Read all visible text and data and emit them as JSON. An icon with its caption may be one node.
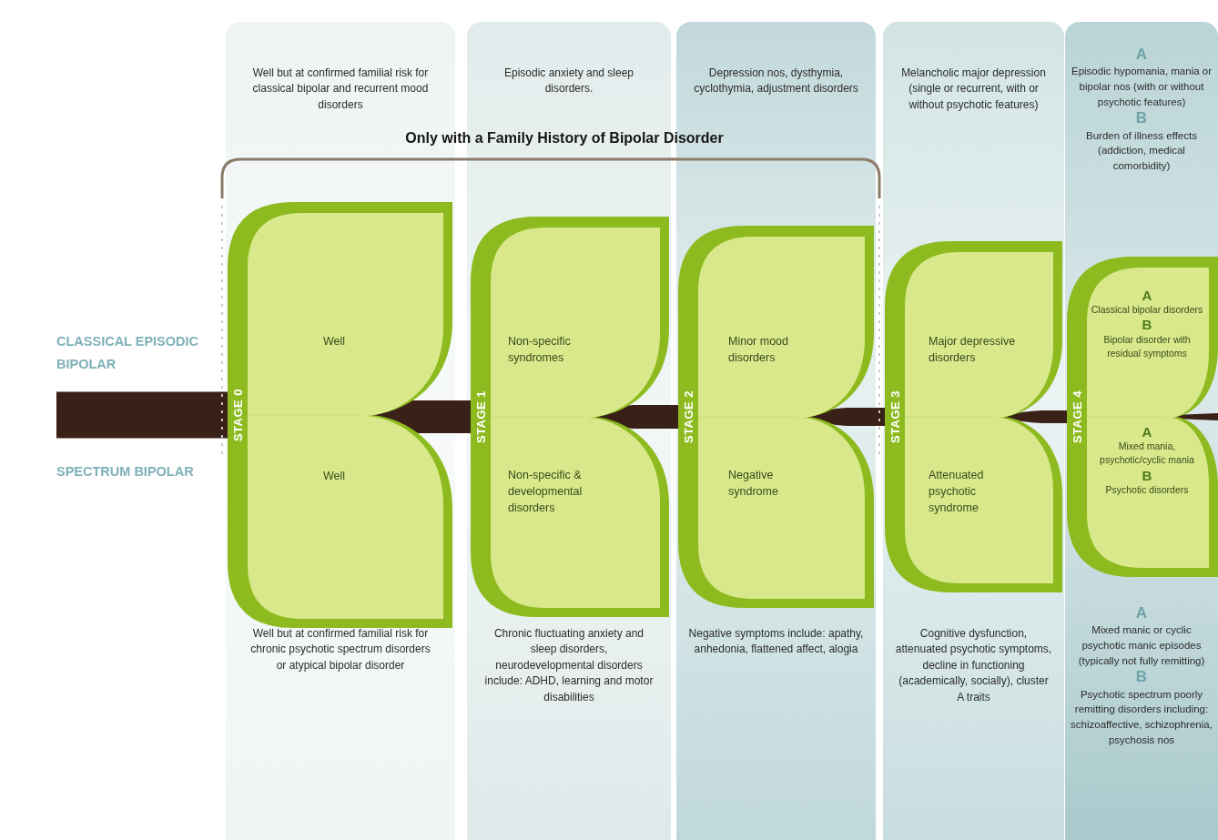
{
  "diagram": {
    "nodes": [
      {
        "text": [
          "Well but at confirmed familial risk for classical bipolar and recurrent mood disorders",
          "Well but at confirmed familial risk for chronic psychotic spectrum disorders or atypical bipolar disorder"
        ]
      },
      {
        "text": [
          "STAGE 0",
          "Well",
          "Well"
        ],
        "in": 0
      },
      {
        "text": [
          "Episodic anxiety and sleep disorders.",
          "Chronic fluctuating anxiety and sleep disorders, neurodevelopmental disorders include: ADHD, learning and motor disabilities"
        ]
      },
      {
        "text": [
          "STAGE 1",
          "Non-specific syndromes",
          "Non-specific & developmental disorders"
        ],
        "in": 2
      },
      {
        "text": [
          "Depression nos, dysthymia, cyclothymia, adjustment disorders",
          "Negative symptoms include: apathy, anhedonia, flattened affect, alogia"
        ]
      },
      {
        "text": [
          "STAGE 2",
          "Minor mood disorders",
          "Negative syndrome"
        ],
        "in": 4
      },
      {
        "text": [
          "Melancholic major depression (single or recurrent, with or without psychotic features)",
          "Cognitive dysfunction, attenuated psychotic symptoms, decline in functioning (academically, socially), cluster A traits"
        ]
      },
      {
        "text": [
          "STAGE 3",
          "Major depressive disorders",
          "Attenuated psychotic syndrome"
        ],
        "in": 6
      },
      {
        "text": [
          "A",
          "Episodic hypomania, mania or bipolar nos (with or without psychotic features)",
          "B",
          "Burden of illness effects (addiction, medical comorbidity)",
          "A",
          "Mixed manic or cyclic psychotic manic episodes (typically not fully remitting)",
          "B",
          "Psychotic spectrum poorly remitting disorders including: schizoaffective, schizophrenia, psychosis nos"
        ]
      },
      {
        "text": [
          "STAGE 4",
          "A",
          "Classical bipolar disorders",
          "B",
          "Bipolar disorder with residual symptoms",
          "A",
          "Mixed mania, psychotic/cyclic mania",
          "B",
          "Psychotic disorders"
        ],
        "in": 8
      }
    ],
    "edges": [
      {
        "from": null,
        "to": 1,
        "arrow": "none",
        "style": "thick"
      },
      {
        "from": 1,
        "to": 3,
        "arrow": "none",
        "style": "thick"
      },
      {
        "from": 3,
        "to": 5,
        "arrow": "none",
        "style": "thick"
      },
      {
        "from": 5,
        "to": 7,
        "arrow": "none",
        "style": "thick"
      },
      {
        "from": 7,
        "to": 9,
        "arrow": "none",
        "style": "thick"
      },
      {
        "from": 9,
        "to": null,
        "arrow": "none",
        "style": "thick"
      }
    ],
    "labels": [
      "Only with a Family History of Bipolar Disorder",
      "CLASSICAL EPISODIC BIPOLAR",
      "SPECTRUM BIPOLAR"
    ]
  }
}
